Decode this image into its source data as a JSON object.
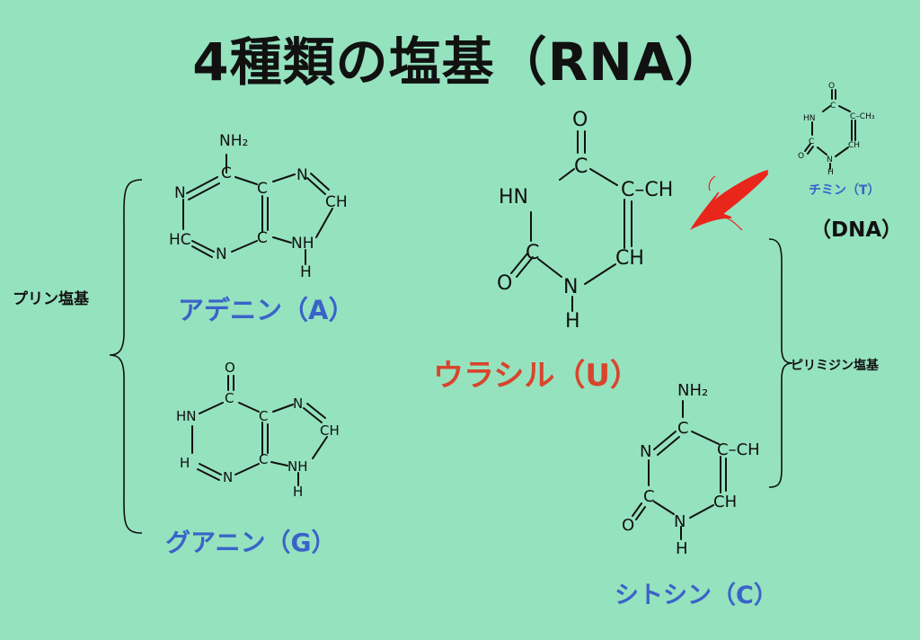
{
  "title": "4種類の塩基（RNA）",
  "groups": {
    "purine": "プリン塩基",
    "pyrimidine": "ピリミジン塩基"
  },
  "bases": {
    "adenine": "アデニン（A）",
    "guanine": "グアニン（G）",
    "uracil": "ウラシル（U）",
    "cytosine": "シトシン（C）",
    "thymine": "チミン（T）"
  },
  "dna_note": "（DNA）",
  "atoms": {
    "N": "N",
    "C": "C",
    "H": "H",
    "O": "O",
    "NH": "NH",
    "HN": "HN",
    "CH": "CH",
    "NH2": "NH₂",
    "HC": "HC",
    "C_CH": "C–CH",
    "C_CH3": "C–CH₃"
  },
  "colors": {
    "background": "#95e2bf",
    "label_blue": "#3a63c9",
    "uracil_red": "#d8452c",
    "arrow_red": "#e8261c"
  }
}
